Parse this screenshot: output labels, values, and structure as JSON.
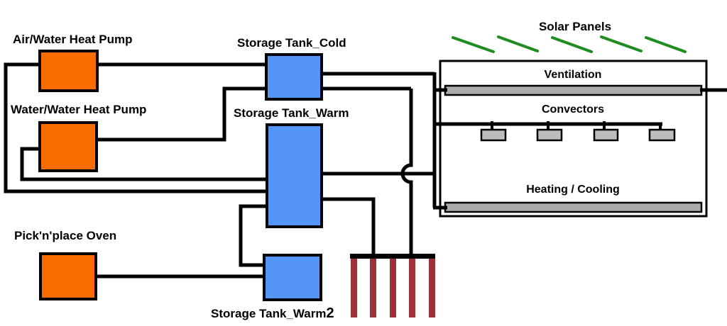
{
  "labels": {
    "air_water_heat_pump": "Air/Water Heat Pump",
    "water_water_heat_pump": "Water/Water Heat Pump",
    "pick_n_place_oven": "Pick'n'place Oven",
    "storage_tank_cold": "Storage Tank_Cold",
    "storage_tank_warm": "Storage Tank_Warm",
    "storage_tank_warm2": "Storage Tank_Warm",
    "storage_tank_warm2_number": "2",
    "solar_panels": "Solar Panels",
    "building": {
      "ventilation": "Ventilation",
      "convectors": "Convectors",
      "heating_cooling": "Heating / Cooling"
    }
  },
  "colors": {
    "pump_orange": "#FA6C00",
    "tank_blue": "#5396F8",
    "bar_gray": "#ABABAB",
    "convector_gray": "#BDBDBD",
    "solar_green": "#1E8C1E",
    "radiator_red": "#A03038",
    "pipe_black": "#000000",
    "building_white": "#FFFFFF"
  }
}
